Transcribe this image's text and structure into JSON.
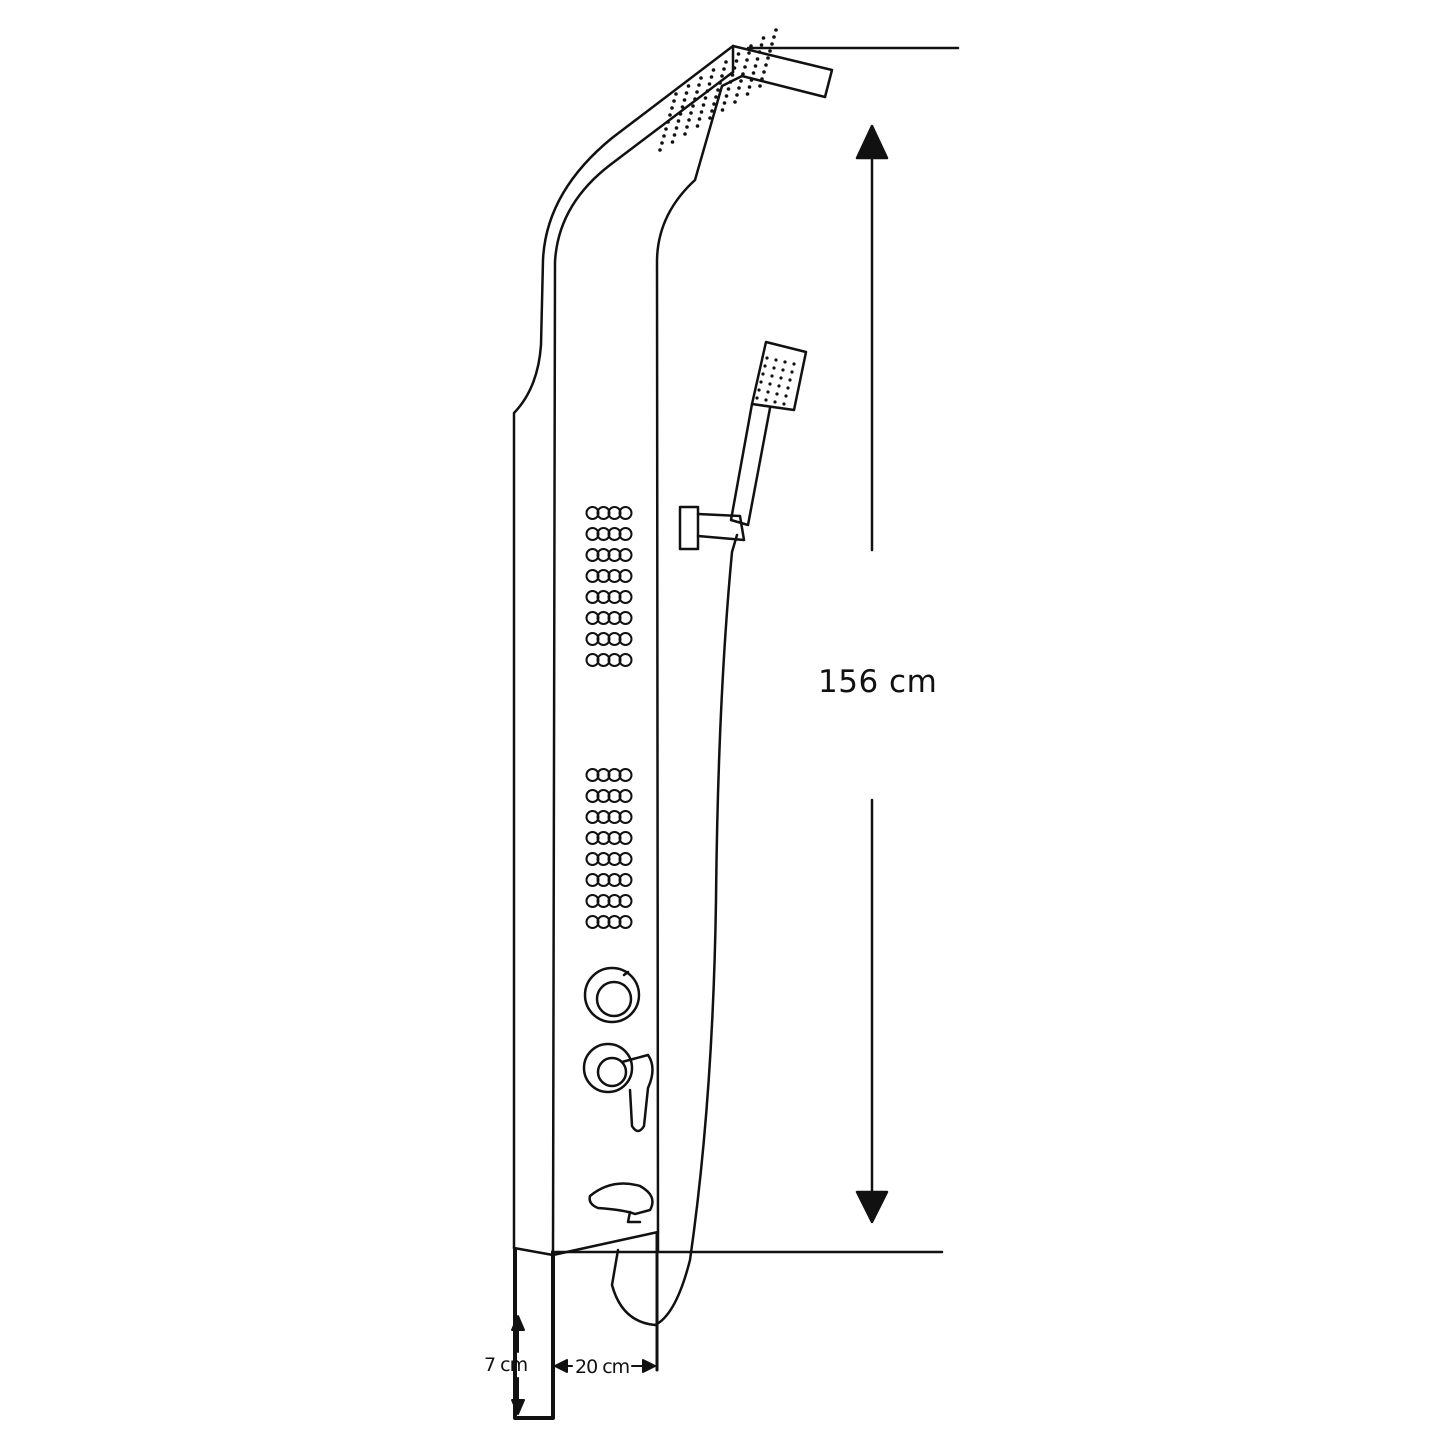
{
  "dimensions": {
    "height": "156 cm",
    "depth": "7 cm",
    "width": "20 cm"
  },
  "icons": {
    "shower_panel": "shower-panel-icon",
    "rain_head": "rain-shower-head-icon",
    "hand_shower": "hand-shower-icon",
    "body_jets": "body-jet-icon",
    "thermostat_knob": "thermostat-knob-icon",
    "mixer_lever": "mixer-lever-icon",
    "spout": "tub-spout-icon"
  },
  "colors": {
    "line": "#111111",
    "background": "#ffffff"
  }
}
